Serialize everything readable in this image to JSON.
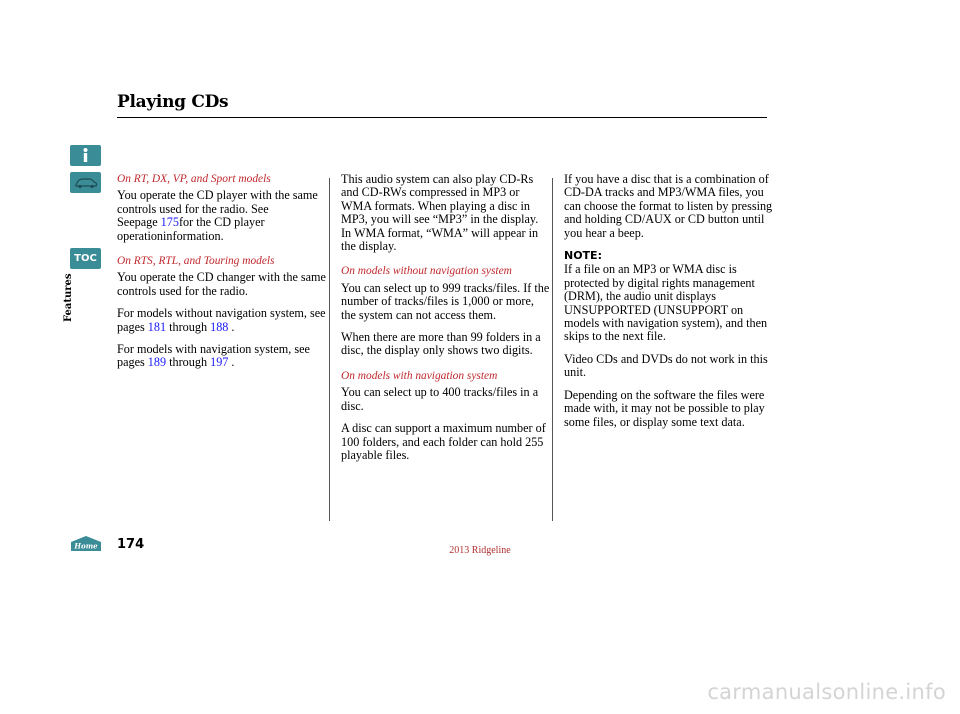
{
  "header": {
    "title": "Playing CDs"
  },
  "sidebar": {
    "icons": [
      "info-icon",
      "car-icon",
      "toc-icon",
      "home-icon"
    ],
    "toc_label": "TOC",
    "home_label": "Home",
    "section_label": "Features"
  },
  "footer": {
    "page_number": "174",
    "model": "2013 Ridgeline",
    "watermark": "carmanualsonline.info"
  },
  "colors": {
    "accent_red": "#c0282d",
    "link_blue": "#1a1aff",
    "icon_teal": "#3a8c96"
  },
  "col1": {
    "sub1": "On RT, DX, VP, and Sport models",
    "p1_a": "You operate the CD player with the same controls used for the radio. See",
    "p1_b": "Seepage",
    "p1_link": "175",
    "p1_c": "for the CD player operationinformation.",
    "sub2": "On RTS, RTL, and Touring models",
    "p2": "You operate the CD changer with the same controls used for the radio.",
    "p3_a": "For models without navigation system, see pages",
    "p3_link1": "181",
    "p3_b": "through",
    "p3_link2": "188",
    "p3_c": ".",
    "p4_a": "For models with navigation system, see pages",
    "p4_link1": "189",
    "p4_b": "through",
    "p4_link2": "197",
    "p4_c": "."
  },
  "col2": {
    "p1": "This audio system can also play CD-Rs and CD-RWs compressed in MP3 or WMA formats. When playing a disc in MP3, you will see “MP3” in the display. In WMA format, “WMA” will appear in the display.",
    "sub1": "On models without navigation system",
    "p2": "You can select up to 999 tracks/files. If the number of tracks/files is 1,000 or more, the system can not access them.",
    "p3": "When there are more than 99 folders in a disc, the display only shows two digits.",
    "sub2": "On models with navigation system",
    "p4": "You can select up to 400 tracks/files in a disc.",
    "p5": "A disc can support a maximum number of 100 folders, and each folder can hold 255 playable files."
  },
  "col3": {
    "p1": "If you have a disc that is a combination of CD-DA tracks and MP3/WMA files, you can choose the format to listen by pressing and holding CD/AUX or CD button until you hear a beep.",
    "note_label": "NOTE:",
    "p2": "If a file on an MP3 or WMA disc is protected by digital rights management (DRM), the audio unit displays UNSUPPORTED (UNSUPPORT on models with navigation system), and then skips to the next file.",
    "p3": "Video CDs and DVDs do not work in this unit.",
    "p4": "Depending on the software the files were made with, it may not be possible to play some files, or display some text data."
  }
}
